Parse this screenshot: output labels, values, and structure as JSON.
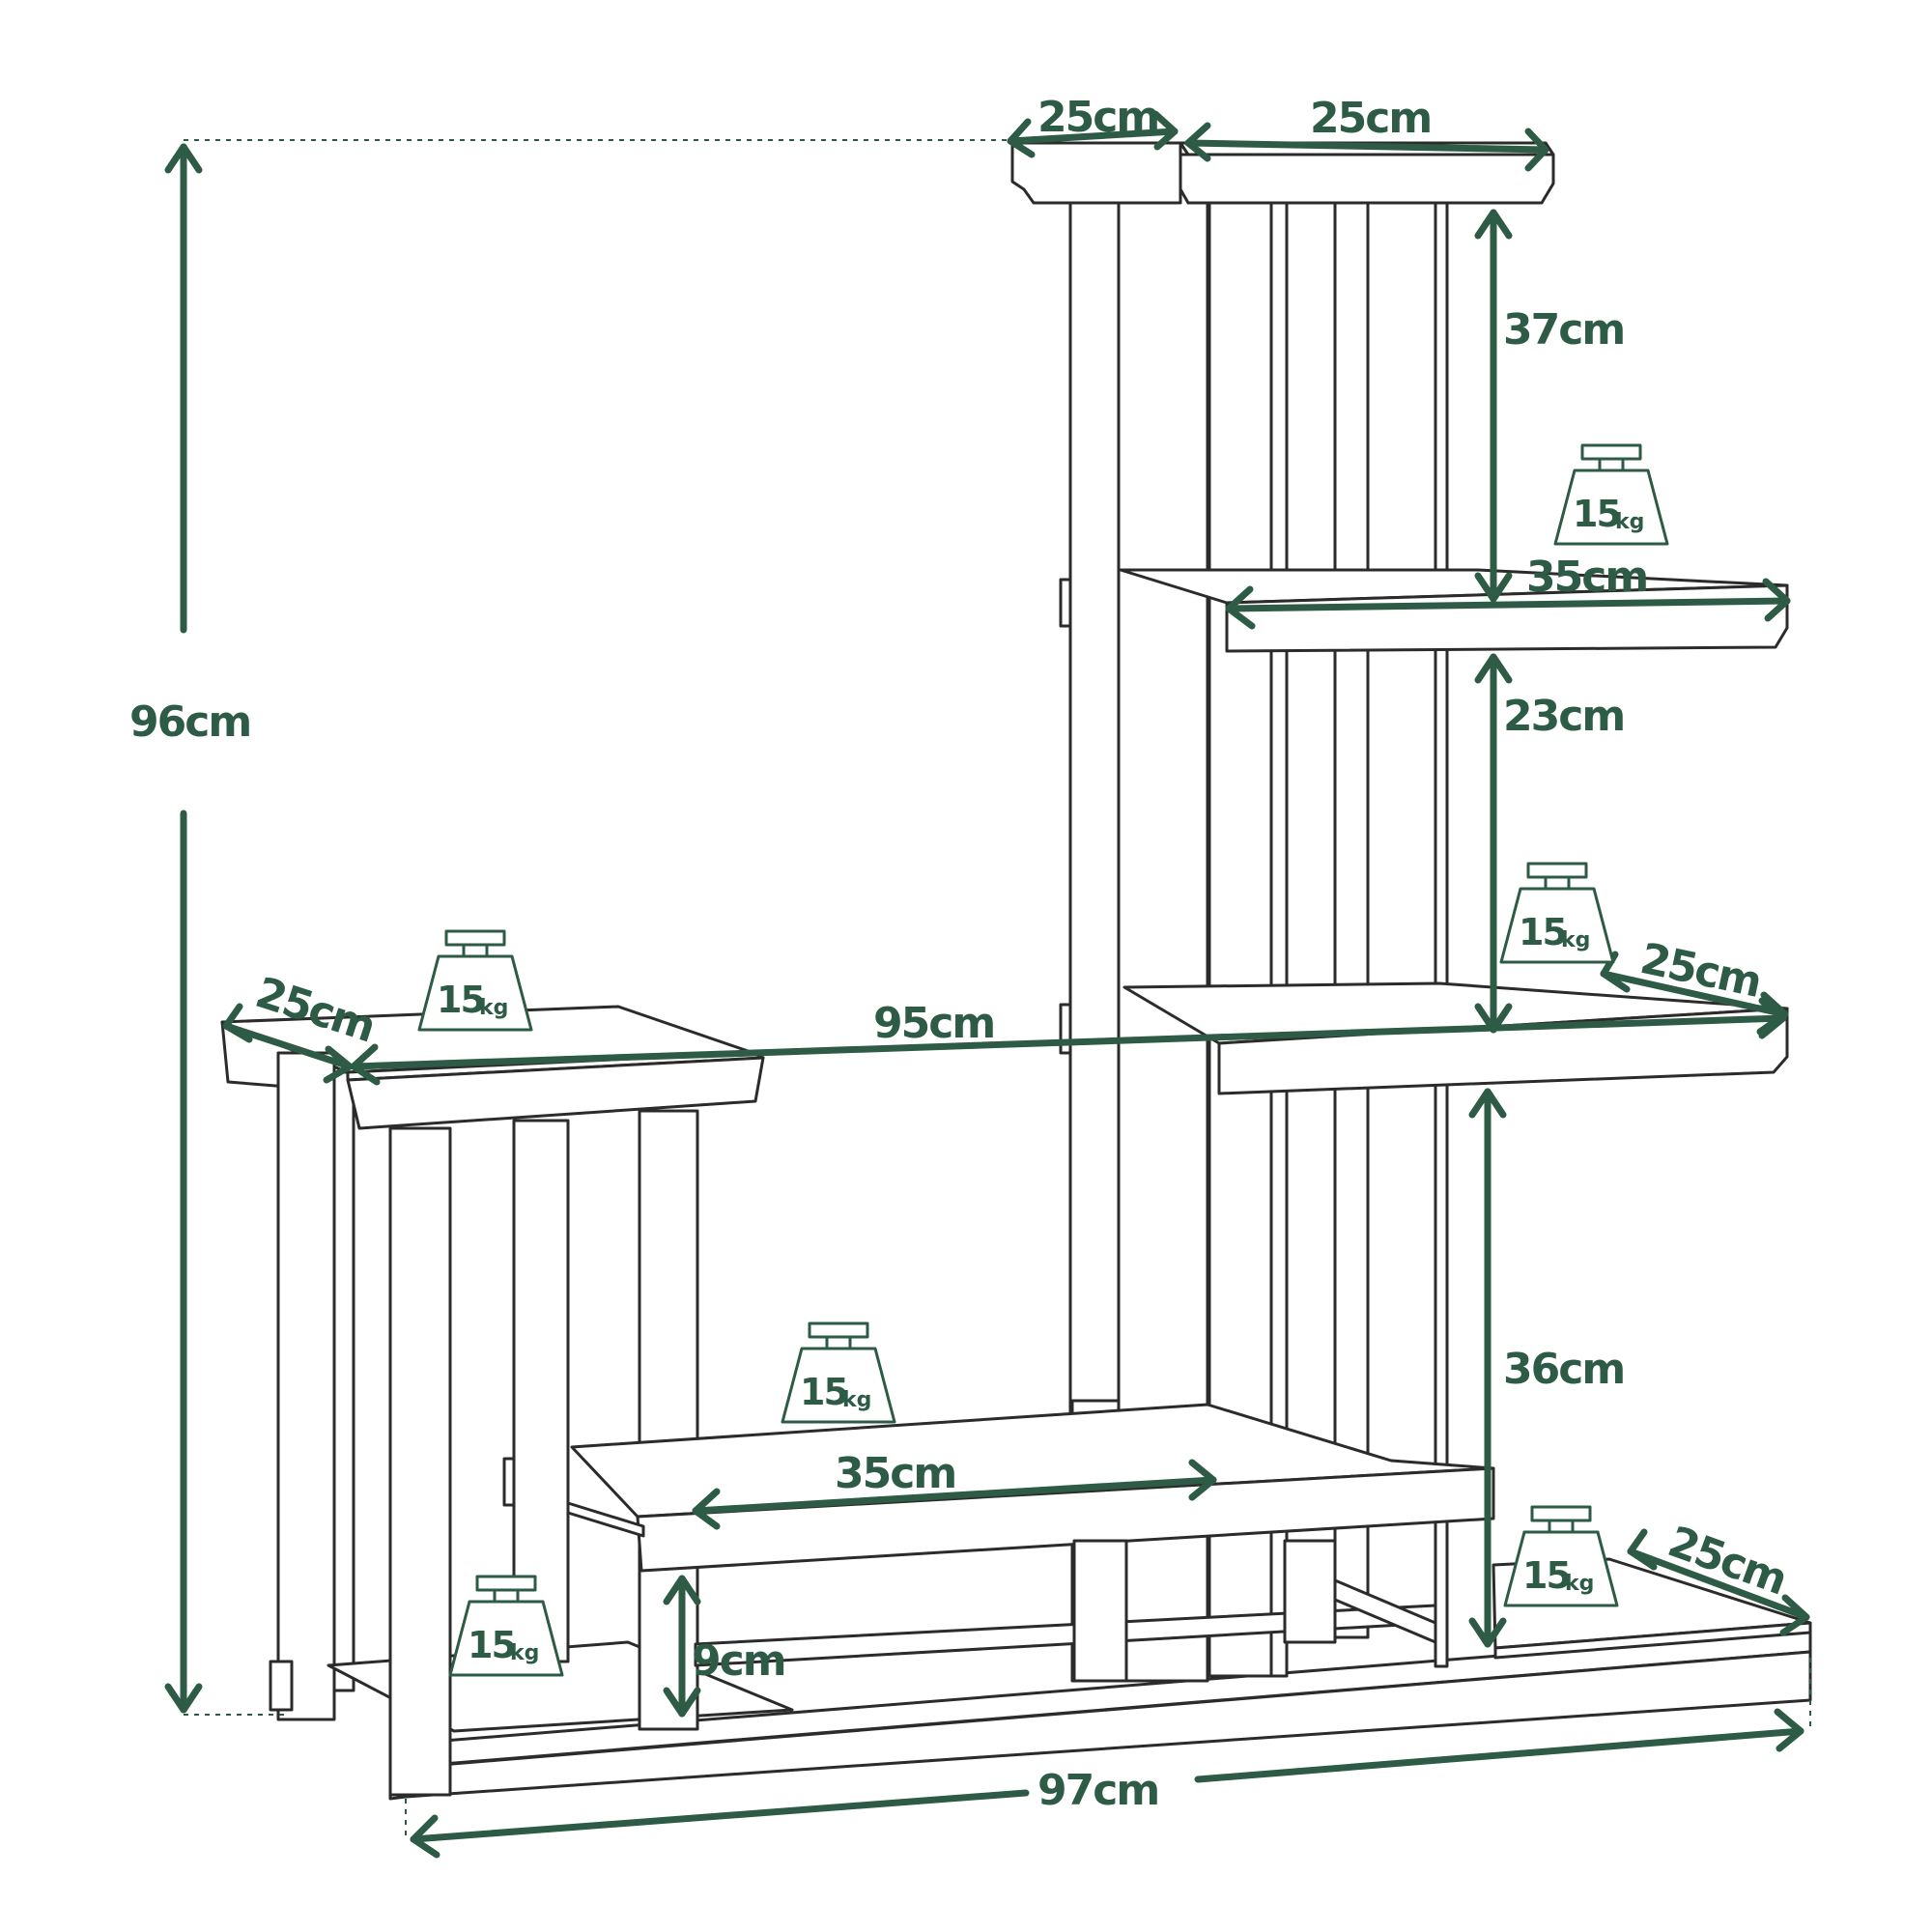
{
  "colors": {
    "dimension": "#2e5b45",
    "outline": "#2b2b2b",
    "background": "#ffffff"
  },
  "dimensions": {
    "total_height": "96cm",
    "total_width": "97cm",
    "top_left_depth": "25cm",
    "top_right_depth": "25cm",
    "top_gap": "37cm",
    "upper_shelf_width": "35cm",
    "middle_gap": "23cm",
    "middle_shelf_depth": "25cm",
    "span_width": "95cm",
    "left_table_depth": "25cm",
    "lower_gap": "36cm",
    "bottom_shelf_width": "35cm",
    "base_gap": "9cm",
    "bottom_right_depth": "25cm"
  },
  "weights": [
    {
      "value": "15",
      "unit": "kg"
    },
    {
      "value": "15",
      "unit": "kg"
    },
    {
      "value": "15",
      "unit": "kg"
    },
    {
      "value": "15",
      "unit": "kg"
    },
    {
      "value": "15",
      "unit": "kg"
    },
    {
      "value": "15",
      "unit": "kg"
    }
  ]
}
